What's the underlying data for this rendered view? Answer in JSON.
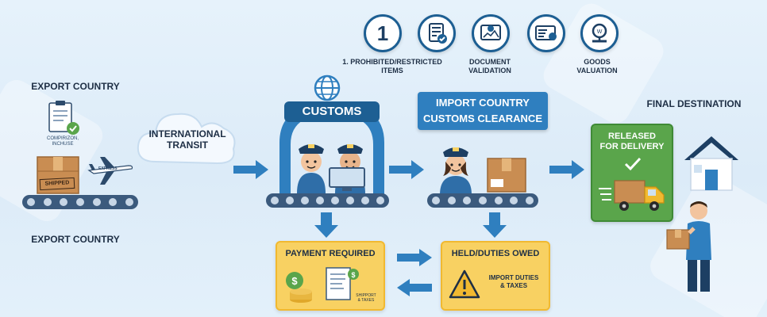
{
  "steps": [
    {
      "icon": "number-one-icon",
      "label_line1": "1. PROHIBITED/RESTRICTED",
      "label_line2": "ITEMS"
    },
    {
      "icon": "checklist-icon",
      "label_line1": "",
      "label_line2": ""
    },
    {
      "icon": "document-money-icon",
      "label_line1": "DOCUMENT",
      "label_line2": "VALIDATION"
    },
    {
      "icon": "invoice-icon",
      "label_line1": "",
      "label_line2": ""
    },
    {
      "icon": "valuation-icon",
      "label_line1": "GOODS",
      "label_line2": "VALUATION"
    }
  ],
  "step_one_number": "1",
  "export": {
    "top_label": "EXPORT COUNTRY",
    "bottom_label": "EXPORT COUNTRY",
    "doc_caption_line1": "COMPIRIZON,",
    "doc_caption_line2": "INCHUSE",
    "box_stamp": "SHIPPED",
    "plane_text": "EXPRESS"
  },
  "transit": {
    "line1": "INTERNATIONAL",
    "line2": "TRANSIT"
  },
  "customs": {
    "label": "CUSTOMS"
  },
  "import_clearance": {
    "line1": "IMPORT COUNTRY",
    "line2": "CUSTOMS CLEARANCE"
  },
  "destination": {
    "label": "FINAL DESTINATION",
    "released_line1": "RELEASED",
    "released_line2": "FOR DELIVERY"
  },
  "payment": {
    "title": "PAYMENT REQUIRED",
    "doc_caption_line1": "SHIPPORT",
    "doc_caption_line2": "& TAXES"
  },
  "held": {
    "title": "HELD/DUTIES OWED",
    "line1": "IMPORT DUTIES",
    "line2": "& TAXES"
  },
  "colors": {
    "accent_blue": "#2f7fbf",
    "dark_blue": "#1d5f93",
    "yellow": "#f8d162",
    "green": "#5aa54b"
  }
}
